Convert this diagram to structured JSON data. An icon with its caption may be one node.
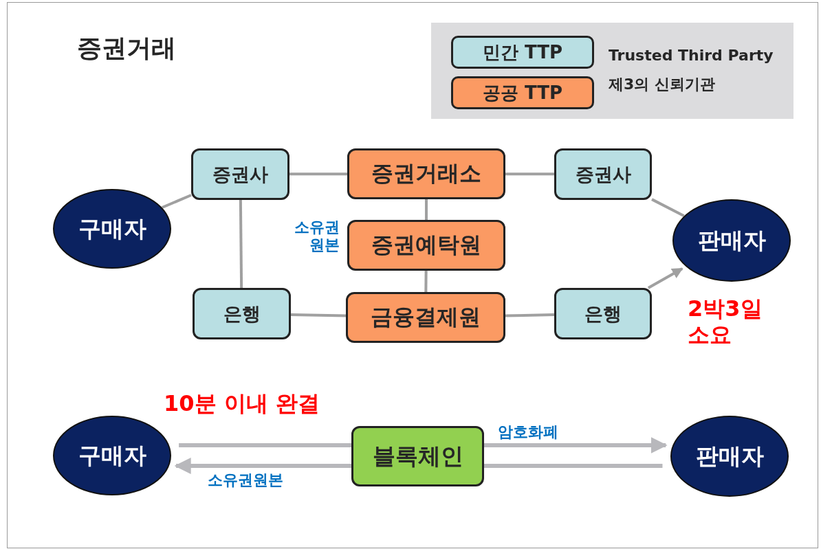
{
  "diagram": {
    "title": "증권거래",
    "nodes": [
      {
        "text": [
          "구매자"
        ]
      },
      {
        "text": [
          "증권사"
        ]
      },
      {
        "text": [
          "증권거래소"
        ]
      },
      {
        "text": [
          "증권사"
        ]
      },
      {
        "text": [
          "판매자"
        ]
      },
      {
        "text": [
          "증권예탁원"
        ]
      },
      {
        "text": [
          "은행"
        ]
      },
      {
        "text": [
          "금융결제원"
        ]
      },
      {
        "text": [
          "은행"
        ]
      },
      {
        "text": [
          "구매자"
        ]
      },
      {
        "text": [
          "블록체인"
        ]
      },
      {
        "text": [
          "판매자"
        ]
      }
    ],
    "edges": [
      {
        "from": 0,
        "to": 1,
        "arrow": "none"
      },
      {
        "from": 1,
        "to": 2,
        "arrow": "none"
      },
      {
        "from": 2,
        "to": 3,
        "arrow": "none"
      },
      {
        "from": 3,
        "to": 4,
        "arrow": "none"
      },
      {
        "from": 1,
        "to": 6,
        "arrow": "none"
      },
      {
        "from": 2,
        "to": 5,
        "arrow": "none"
      },
      {
        "from": 5,
        "to": 7,
        "arrow": "none"
      },
      {
        "from": 6,
        "to": 7,
        "arrow": "none"
      },
      {
        "from": 7,
        "to": 8,
        "arrow": "none"
      },
      {
        "from": 8,
        "to": 4,
        "arrow": "to"
      },
      {
        "from": 9,
        "to": 10,
        "arrow": "none"
      },
      {
        "from": 10,
        "to": 11,
        "arrow": "to",
        "label": "암호화폐"
      },
      {
        "from": 11,
        "to": 10,
        "arrow": "none"
      },
      {
        "from": 10,
        "to": 9,
        "arrow": "to",
        "label": "소유권원본"
      }
    ],
    "labels": [
      "Trusted Third Party",
      "제3의 신뢰기관",
      "소유권 원본",
      "2박3일 소요",
      "10분 이내 완결"
    ],
    "legend": [
      {
        "text": "민간 TTP",
        "color": "#b9dfe3"
      },
      {
        "text": "공공 TTP",
        "color": "#fb9a63"
      }
    ]
  }
}
